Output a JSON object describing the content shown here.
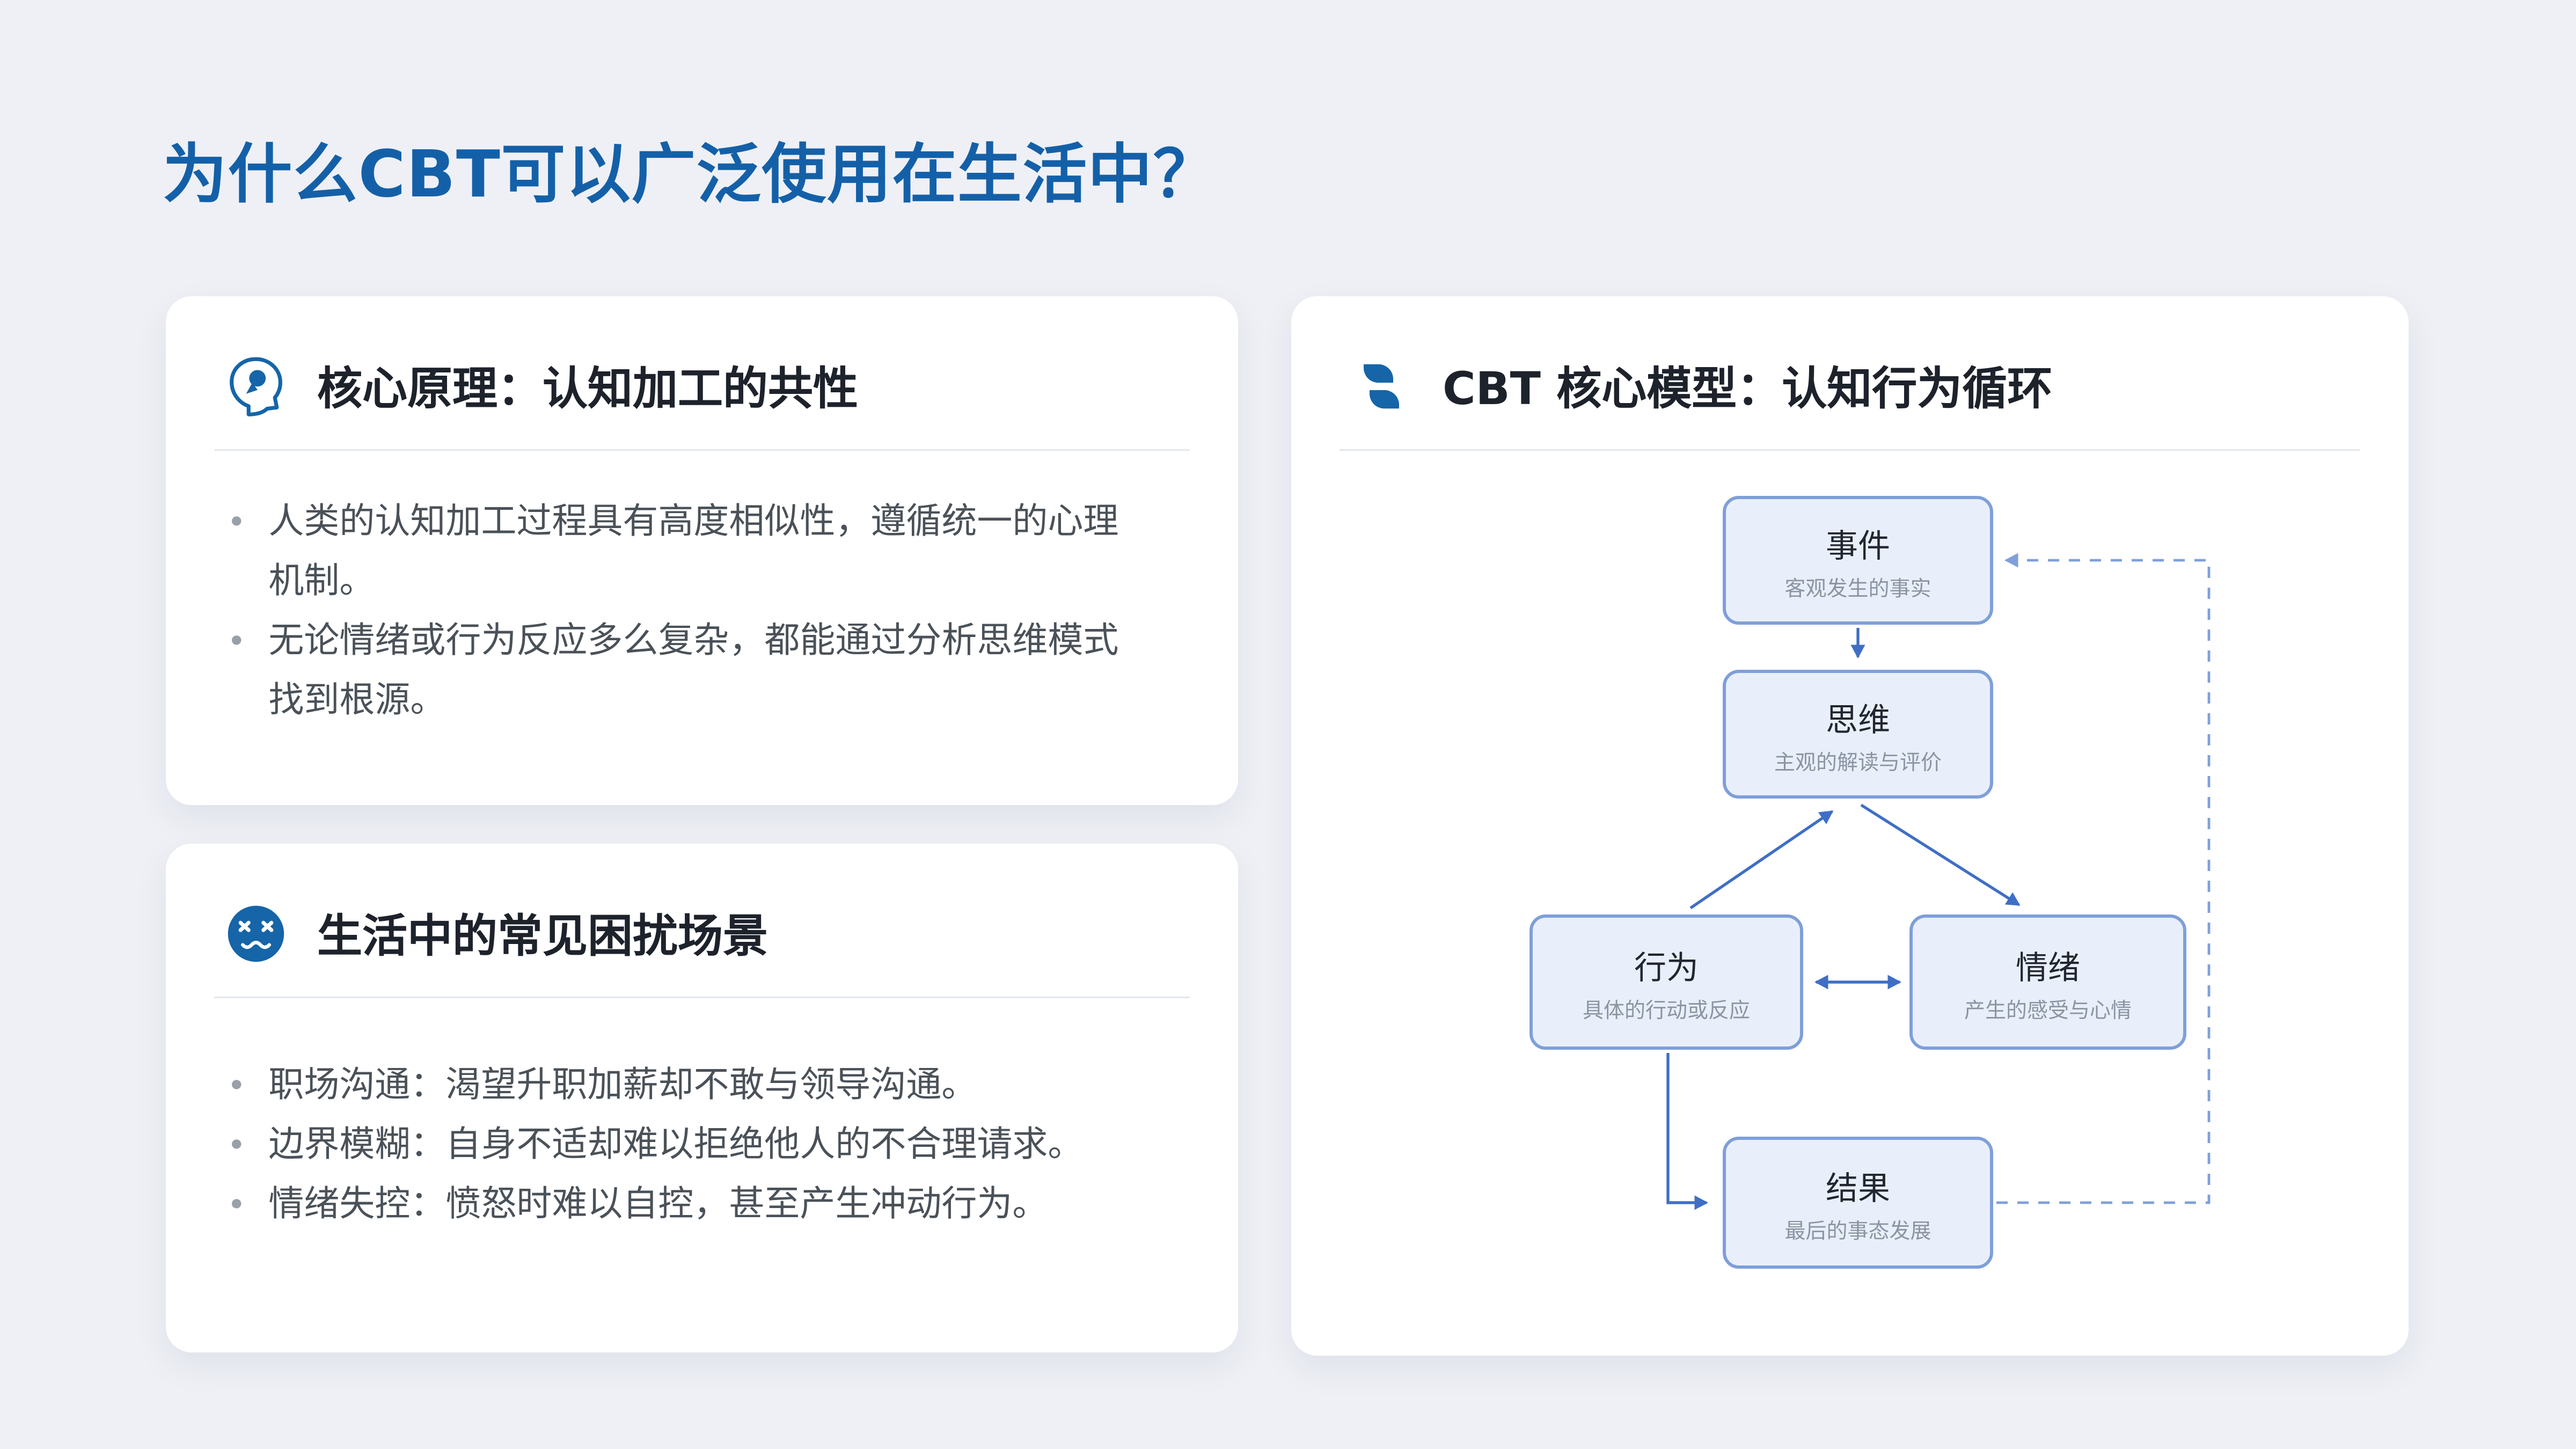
{
  "page": {
    "title": "为什么CBT可以广泛使用在生活中？"
  },
  "cards": {
    "principle": {
      "icon": "head-cognition-icon",
      "title": "核心原理：认知加工的共性",
      "bullets": [
        "人类的认知加工过程具有高度相似性，遵循统一的心理机制。",
        "无论情绪或行为反应多么复杂，都能通过分析思维模式找到根源。"
      ]
    },
    "scenarios": {
      "icon": "dizzy-face-icon",
      "title": "生活中的常见困扰场景",
      "bullets": [
        "职场沟通：渴望升职加薪却不敢与领导沟通。",
        "边界模糊：自身不适却难以拒绝他人的不合理请求。",
        "情绪失控：愤怒时难以自控，甚至产生冲动行为。"
      ]
    },
    "model": {
      "icon": "loop-quotes-icon",
      "title": "CBT 核心模型：认知行为循环",
      "nodes": {
        "event": {
          "label": "事件",
          "sub": "客观发生的事实"
        },
        "thought": {
          "label": "思维",
          "sub": "主观的解读与评价"
        },
        "behavior": {
          "label": "行为",
          "sub": "具体的行动或反应"
        },
        "emotion": {
          "label": "情绪",
          "sub": "产生的感受与心情"
        },
        "result": {
          "label": "结果",
          "sub": "最后的事态发展"
        }
      },
      "edges": [
        {
          "from": "event",
          "to": "thought",
          "style": "solid-arrow"
        },
        {
          "from": "thought",
          "to": "emotion",
          "style": "solid-arrow"
        },
        {
          "from": "behavior",
          "to": "thought",
          "style": "solid-arrow"
        },
        {
          "from": "behavior",
          "to": "emotion",
          "style": "double-arrow"
        },
        {
          "from": "behavior",
          "to": "result",
          "style": "solid-elbow-arrow"
        },
        {
          "from": "result",
          "to": "event",
          "style": "dashed-feedback-arrow"
        }
      ]
    }
  },
  "colors": {
    "background": "#eef0f5",
    "card": "#ffffff",
    "accent": "#1565a8",
    "page_title": "#1460a8",
    "heading_text": "#1d222b",
    "body_text": "#4a5158",
    "node_fill": "#e9effa",
    "node_border": "#7e9fda",
    "node_subtext": "#8b94a3",
    "arrow": "#3f6fc5",
    "dashed_arrow": "#7fa0da"
  }
}
